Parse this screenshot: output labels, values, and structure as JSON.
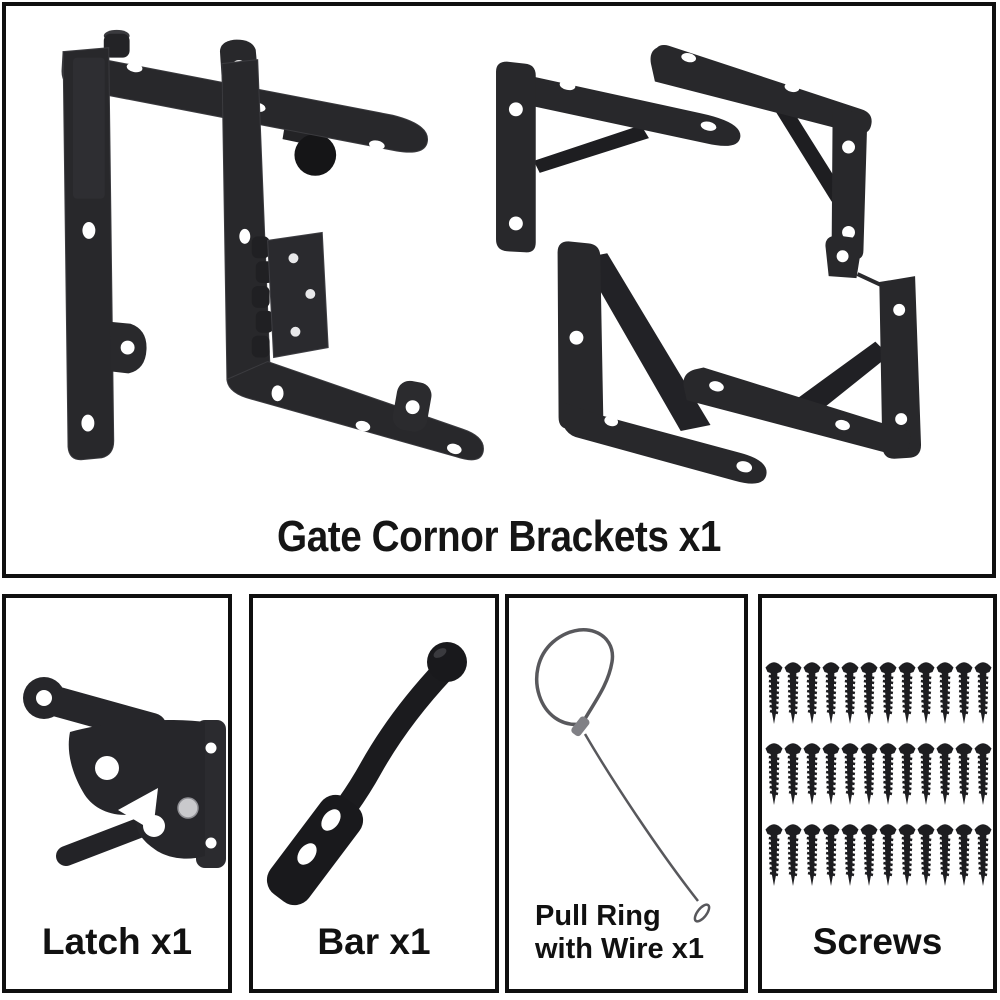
{
  "image_type": "product-parts-collage",
  "colors": {
    "background": "#ffffff",
    "panel_border": "#0f0f0f",
    "metal_black": "#28282b",
    "metal_dark": "#1d1d20",
    "label_text": "#111111",
    "wire_gray": "#58585c",
    "rivet_silver": "#c9c9cc"
  },
  "top_panel": {
    "title": "Gate Cornor Brackets x1",
    "quantity": "x1",
    "items": [
      "gate-hinge-strap-with-roller",
      "corner-strap-with-hinge",
      "shelf-bracket-upper-left",
      "shelf-bracket-upper-right",
      "corner-bracket-lower-left",
      "corner-bracket-lower-right"
    ]
  },
  "bottom_panels": [
    {
      "id": "latch",
      "label": "Latch x1",
      "icon": "gate-latch"
    },
    {
      "id": "bar",
      "label": "Bar x1",
      "icon": "gate-bar"
    },
    {
      "id": "pull-ring",
      "label_line1": "Pull Ring",
      "label_line2": "with Wire x1",
      "icon": "pull-ring-wire"
    },
    {
      "id": "screws",
      "label": "Screws",
      "icon": "screw-set",
      "screw_rows": 3,
      "screw_cols": 12,
      "screw_count": 36
    }
  ]
}
